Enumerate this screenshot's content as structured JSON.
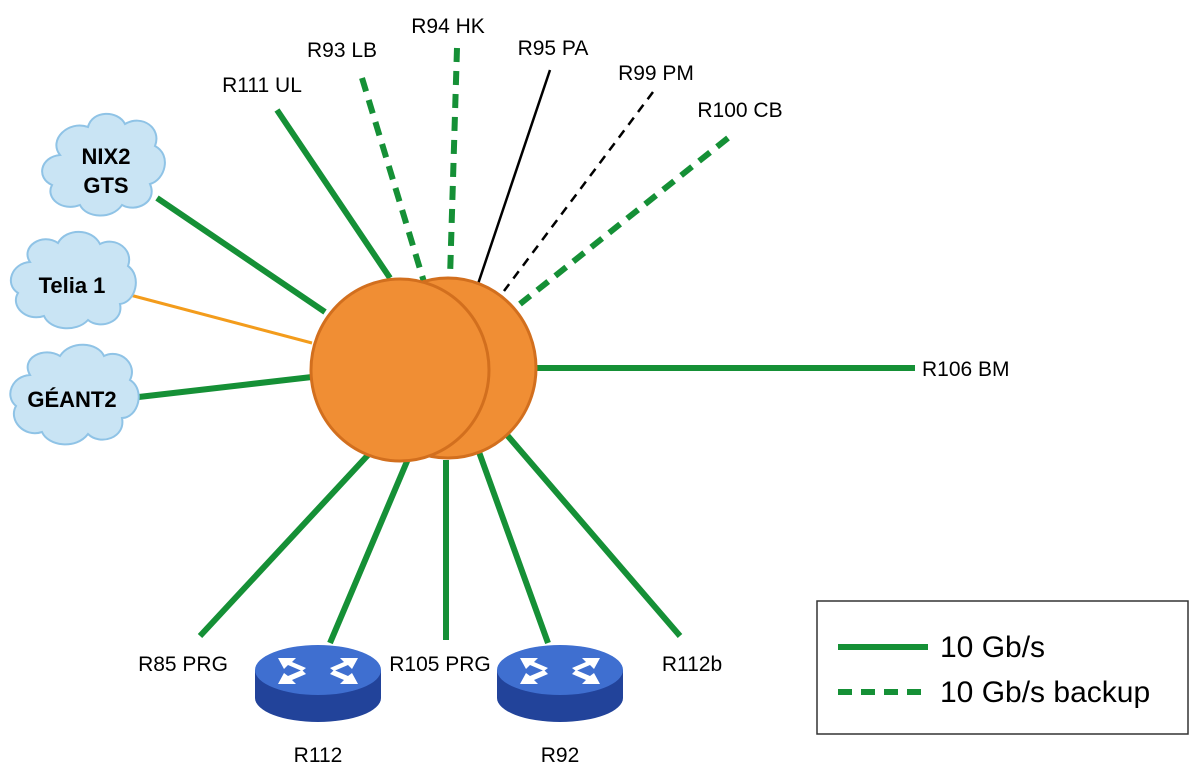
{
  "colors": {
    "primary_link": "#159036",
    "backup_link": "#159036",
    "commercial_link": "#f39c1c",
    "other_link": "#000000",
    "core_fill": "#f08e34",
    "core_stroke": "#d26f1e",
    "cloud_fill": "#c9e4f4",
    "cloud_stroke": "#8fc3e6",
    "router_top": "#3f6fd0",
    "router_side": "#22439a"
  },
  "clouds": [
    {
      "id": "nix2",
      "lines": [
        "NIX2",
        "GTS"
      ]
    },
    {
      "id": "telia",
      "lines": [
        "Telia 1"
      ]
    },
    {
      "id": "geant2",
      "lines": [
        "GÉANT2"
      ]
    }
  ],
  "labels": {
    "r111": "R111 UL",
    "r93": "R93 LB",
    "r94": "R94 HK",
    "r95": "R95 PA",
    "r99": "R99 PM",
    "r100": "R100 CB",
    "r106": "R106 BM",
    "r85": "R85 PRG",
    "r105": "R105 PRG",
    "r112b": "R112b",
    "r112": "R112",
    "r92": "R92"
  },
  "legend": {
    "solid_label": "10 Gb/s",
    "dashed_label": "10 Gb/s backup"
  }
}
